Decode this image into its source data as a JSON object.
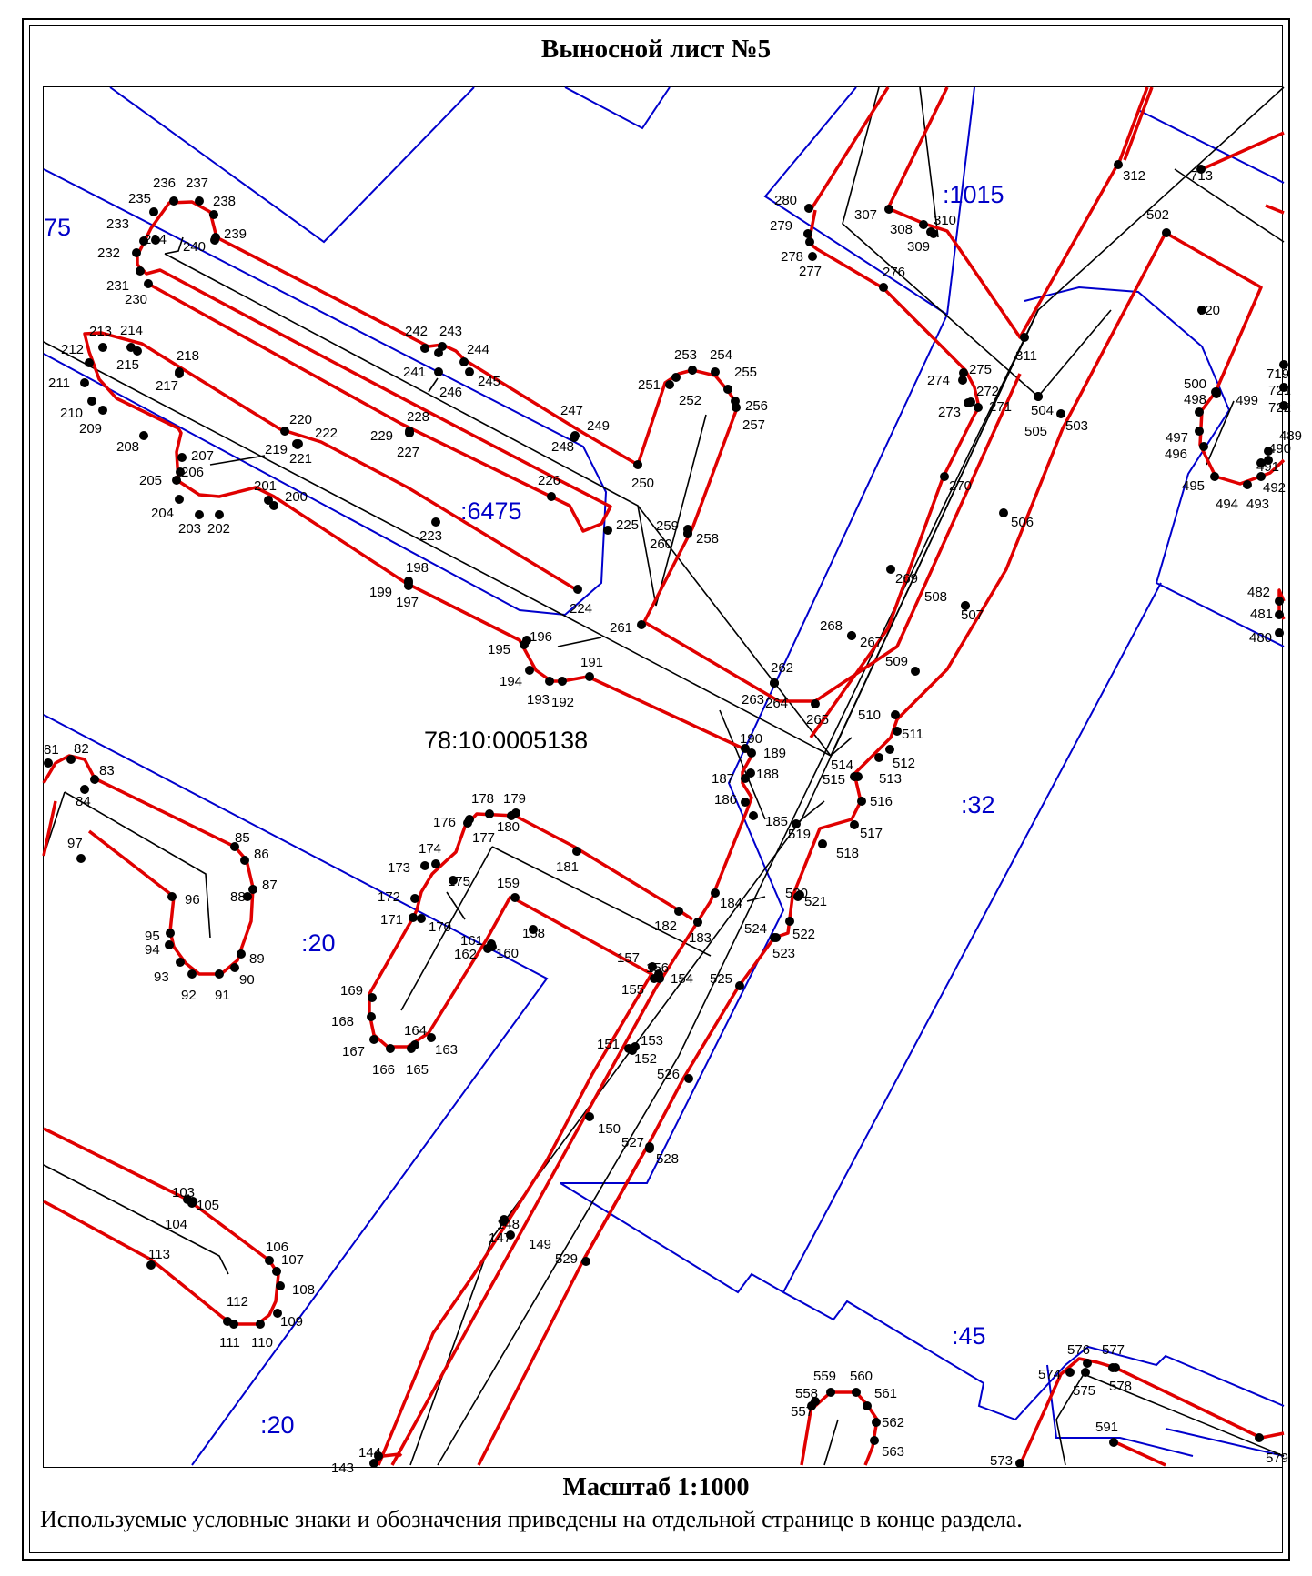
{
  "sheet": {
    "title": "Выносной лист №5",
    "scale": "Масштаб 1:1000",
    "legend_note": "Используемые условные знаки и обозначения приведены на отдельной странице в конце раздела."
  },
  "map": {
    "colors": {
      "cadastral_boundary": "#0000cc",
      "red_line": "#e00000",
      "structure_line": "#000000",
      "point": "#000000"
    },
    "cadastral_block": "78:10:0005138",
    "parcel_labels": [
      ":1015",
      ":6475",
      ":32",
      ":20",
      ":20",
      ":45",
      "75"
    ],
    "point_labels": [
      "81",
      "82",
      "83",
      "84",
      "85",
      "86",
      "87",
      "88",
      "89",
      "90",
      "91",
      "92",
      "93",
      "94",
      "95",
      "96",
      "97",
      "103",
      "104",
      "105",
      "106",
      "107",
      "108",
      "109",
      "110",
      "111",
      "112",
      "113",
      "143",
      "144",
      "147",
      "148",
      "149",
      "150",
      "151",
      "152",
      "153",
      "154",
      "155",
      "156",
      "157",
      "158",
      "159",
      "160",
      "161",
      "162",
      "163",
      "164",
      "165",
      "166",
      "167",
      "168",
      "169",
      "170",
      "171",
      "172",
      "173",
      "174",
      "175",
      "176",
      "177",
      "178",
      "179",
      "180",
      "181",
      "182",
      "183",
      "184",
      "185",
      "186",
      "187",
      "188",
      "189",
      "190",
      "191",
      "192",
      "193",
      "194",
      "195",
      "196",
      "197",
      "198",
      "199",
      "200",
      "201",
      "202",
      "203",
      "204",
      "205",
      "206",
      "207",
      "208",
      "209",
      "210",
      "211",
      "212",
      "213",
      "214",
      "215",
      "217",
      "218",
      "219",
      "220",
      "221",
      "222",
      "223",
      "224",
      "225",
      "226",
      "227",
      "228",
      "229",
      "230",
      "231",
      "232",
      "233",
      "234",
      "235",
      "236",
      "237",
      "238",
      "239",
      "240",
      "241",
      "242",
      "243",
      "244",
      "245",
      "246",
      "247",
      "248",
      "249",
      "250",
      "251",
      "252",
      "253",
      "254",
      "255",
      "256",
      "257",
      "258",
      "259",
      "260",
      "261",
      "262",
      "263",
      "264",
      "265",
      "267",
      "268",
      "269",
      "270",
      "271",
      "272",
      "273",
      "274",
      "275",
      "276",
      "277",
      "278",
      "279",
      "280",
      "307",
      "308",
      "309",
      "310",
      "311",
      "312",
      "713",
      "502",
      "720",
      "500",
      "498",
      "499",
      "497",
      "496",
      "495",
      "494",
      "493",
      "492",
      "491",
      "490",
      "489",
      "719",
      "721",
      "722",
      "482",
      "481",
      "480",
      "503",
      "504",
      "505",
      "506",
      "507",
      "508",
      "509",
      "510",
      "511",
      "512",
      "513",
      "514",
      "515",
      "516",
      "517",
      "518",
      "519",
      "520",
      "521",
      "522",
      "523",
      "524",
      "525",
      "526",
      "527",
      "528",
      "529",
      "557",
      "558",
      "559",
      "560",
      "561",
      "562",
      "563",
      "573",
      "574",
      "575",
      "576",
      "577",
      "578",
      "579",
      "591"
    ]
  }
}
